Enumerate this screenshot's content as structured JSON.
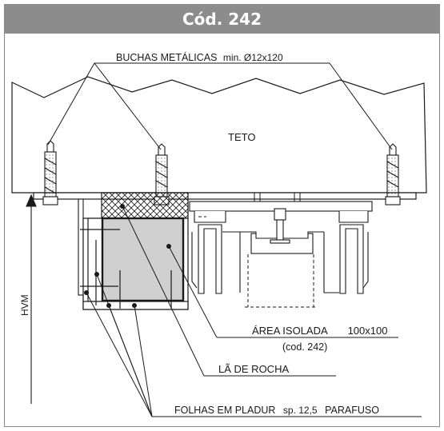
{
  "header": {
    "title": "Cód. 242"
  },
  "labels": {
    "anchors": "BUCHAS METÁLICAS",
    "anchors_spec": "min. Ø12x120",
    "ceiling": "TETO",
    "insulated_area": "ÁREA ISOLADA",
    "insulated_size": "100x100",
    "insulated_code": "(cod. 242)",
    "rock_wool": "LÃ DE ROCHA",
    "boards": "FOLHAS EM PLADUR",
    "boards_thickness": "sp. 12,5",
    "screw": "PARAFUSO",
    "height": "HVM"
  },
  "colors": {
    "header_bg": "#8c8c8c",
    "insulated_fill": "#d0d0d0",
    "line": "#1a1a1a"
  }
}
